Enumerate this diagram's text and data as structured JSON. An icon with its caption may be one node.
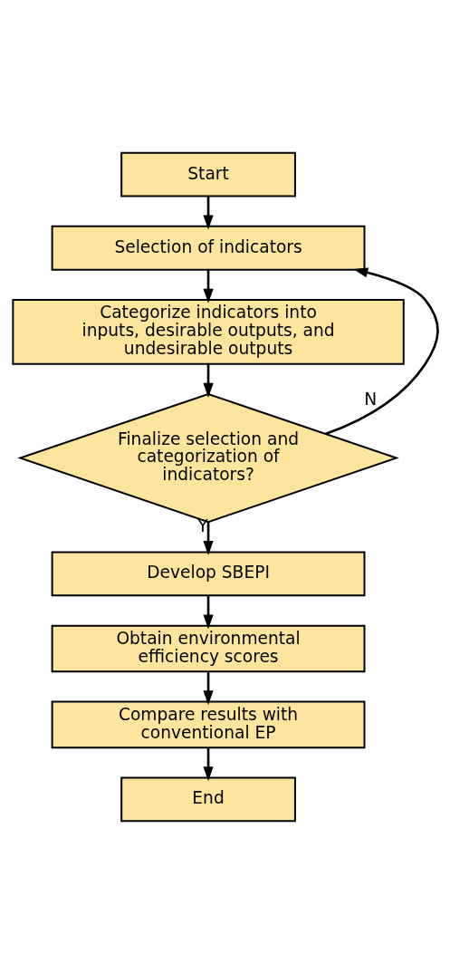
{
  "diagram": {
    "nodes": [
      {
        "text": [
          "Start"
        ]
      },
      {
        "text": [
          "Selection of indicators"
        ]
      },
      {
        "text": [
          "Categorize indicators into inputs, desirable outputs, and undesirable outputs"
        ]
      },
      {
        "text": [
          "Finalize selection and categorization of indicators?"
        ]
      },
      {
        "text": [
          "Develop SBEPI"
        ]
      },
      {
        "text": [
          "Obtain environmental efficiency scores"
        ]
      },
      {
        "text": [
          "Compare results with conventional EP"
        ]
      },
      {
        "text": [
          "End"
        ]
      }
    ],
    "edges": [
      {
        "from": 0,
        "to": 1,
        "arrow": "to"
      },
      {
        "from": 1,
        "to": 2,
        "arrow": "to"
      },
      {
        "from": 2,
        "to": 3,
        "arrow": "to"
      },
      {
        "from": 3,
        "to": 1,
        "arrow": "to",
        "label": "N"
      },
      {
        "from": 3,
        "to": 4,
        "arrow": "to",
        "label": "Y"
      },
      {
        "from": 4,
        "to": 5,
        "arrow": "to"
      },
      {
        "from": 5,
        "to": 6,
        "arrow": "to"
      },
      {
        "from": 6,
        "to": 7,
        "arrow": "to"
      }
    ]
  }
}
